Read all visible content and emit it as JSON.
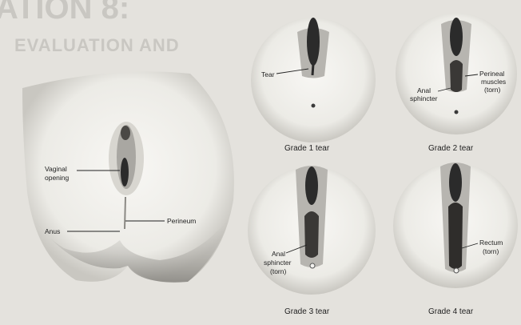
{
  "page": {
    "heading_line1": "ATION 8:",
    "heading_line2": "EVALUATION AND"
  },
  "main_panel": {
    "labels": {
      "vaginal_opening_line1": "Vaginal",
      "vaginal_opening_line2": "opening",
      "anus": "Anus",
      "perineum": "Perineum"
    }
  },
  "grades": [
    {
      "caption": "Grade 1 tear",
      "labels": [
        "Tear"
      ]
    },
    {
      "caption": "Grade 2 tear",
      "labels": [
        "Perineal",
        "muscles",
        "(torn)",
        "Anal",
        "sphincter"
      ]
    },
    {
      "caption": "Grade 3 tear",
      "labels": [
        "Anal",
        "sphincter",
        "(torn)"
      ]
    },
    {
      "caption": "Grade 4 tear",
      "labels": [
        "Rectum",
        "(torn)"
      ]
    }
  ],
  "colors": {
    "page_bg": "#e4e2dd",
    "circle_fill": "#f4f3ef",
    "tissue_dark": "#2b2b2b",
    "label_line": "#222222"
  }
}
